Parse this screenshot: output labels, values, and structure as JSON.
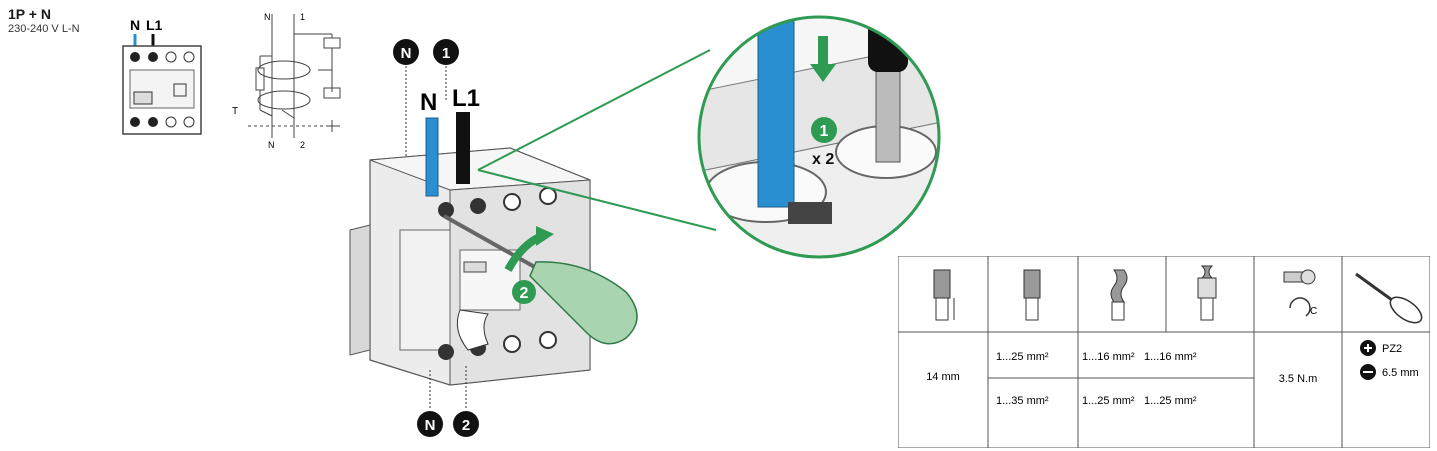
{
  "config": {
    "title": "1P + N",
    "voltage": "230-240 V L-N"
  },
  "labels": {
    "neutral": "N",
    "phase": "L1",
    "callout_top_n": "N",
    "callout_top_1": "1",
    "callout_bottom_n": "N",
    "callout_bottom_2": "2",
    "step_insert": "1",
    "step_tighten": "2",
    "repeat": "x 2",
    "schematic_n_top": "N",
    "schematic_1_top": "1",
    "schematic_n_bottom": "N",
    "schematic_2_bottom": "2",
    "schematic_test": "T"
  },
  "spec_table": {
    "strip_length": "14 mm",
    "rigid_row": [
      "1...25 mm²",
      "1...16 mm²",
      "1...16 mm²"
    ],
    "flexible_row": [
      "1...35 mm²",
      "1...25 mm²",
      "1...25 mm²"
    ],
    "torque": "3.5 N.m",
    "tool_pozidriv": "PZ2",
    "tool_flat": "6.5 mm",
    "torque_icon_letter": "C"
  },
  "colors": {
    "neutral_wire": "#2a8fd0",
    "phase_wire": "#111111",
    "accent_green": "#2f9a52",
    "light_green": "#a8d5b0",
    "device_gray": "#e9e9e9",
    "outline": "#444444"
  }
}
